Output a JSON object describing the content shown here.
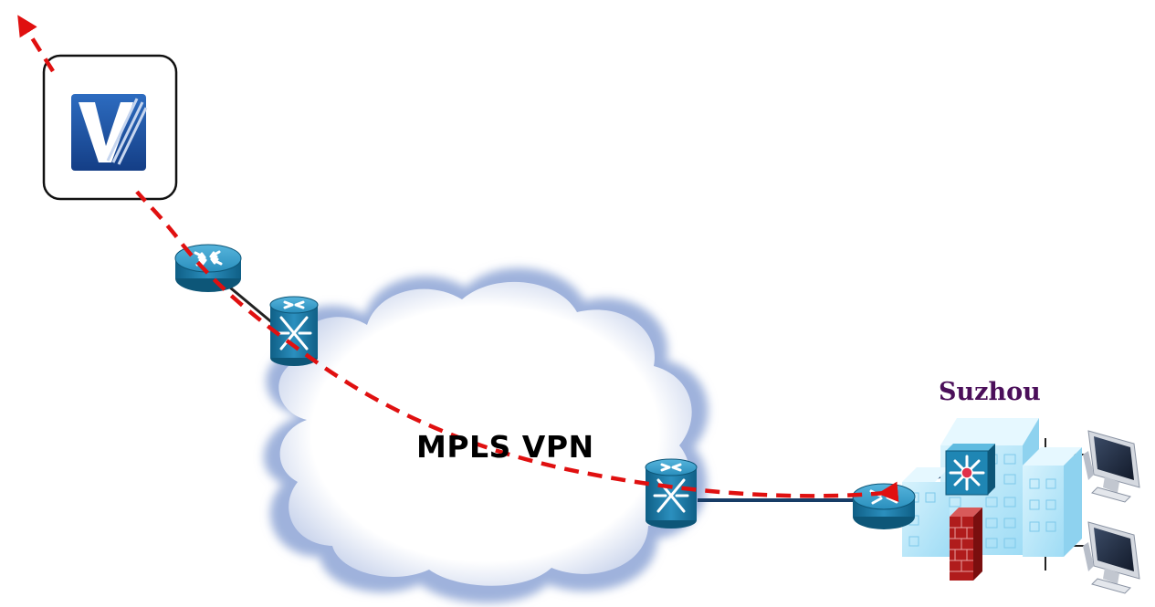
{
  "diagram": {
    "cloud_label": "MPLS VPN",
    "site_label": "Suzhou",
    "logo_letter": "V"
  },
  "colors": {
    "route_path": "#e01010",
    "site_label": "#4b0f5a",
    "cisco_blue": "#1f86b4",
    "logo_blue": "#1e4fa0",
    "building": "#bfe9fb",
    "firewall": "#b01c1c",
    "link": "#173c66"
  },
  "icons": [
    "logo-icon",
    "router-icon",
    "atm-switch-icon",
    "l3-switch-icon",
    "firewall-icon",
    "building-icon",
    "workstation-icon",
    "cloud-icon"
  ]
}
